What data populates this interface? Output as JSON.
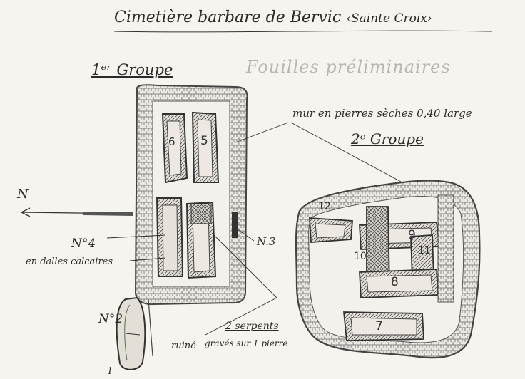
{
  "title": {
    "main": "Cimetière barbare de Bervic",
    "place": "‹Sainte Croix›"
  },
  "heading_group1": "1ᵉʳ Groupe",
  "heading_prelim": "Fouilles préliminaires",
  "label_wall": "mur en pierres sèches 0,40 large",
  "heading_group2": "2ᵉ Groupe",
  "north": "N",
  "tomb_labels": {
    "t1": "1",
    "t2": "N°2",
    "t3": "N.3",
    "t4": "N°4",
    "t5": "5",
    "t6": "6",
    "t7": "7",
    "t8": "8",
    "t9": "9",
    "t10": "10",
    "t11": "11",
    "t12": "12"
  },
  "label_dalles": "en dalles calcaires",
  "label_ruine": "ruiné",
  "label_serpents_1": "2 serpents",
  "label_serpents_2": "gravés sur 1 pierre",
  "colors": {
    "ink": "#2b2b2b",
    "paper": "#f6f4ef",
    "pencil": "#b9b6b0",
    "stone": "#8a8a8a"
  }
}
